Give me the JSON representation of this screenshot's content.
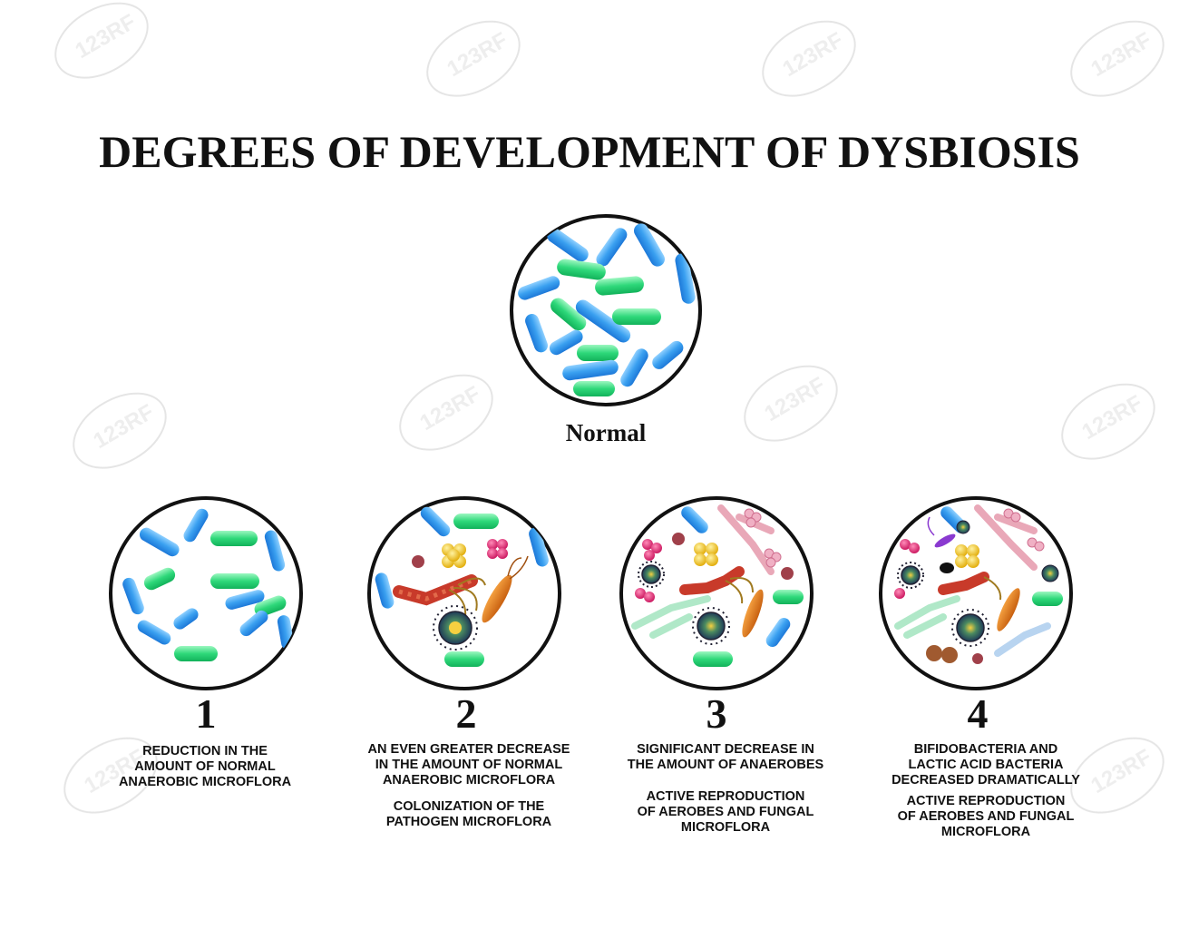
{
  "title": "DEGREES OF DEVELOPMENT OF DYSBIOSIS",
  "normal_label": "Normal",
  "stages": [
    {
      "number": "1",
      "lines_a": [
        "REDUCTION IN THE",
        "AMOUNT OF NORMAL",
        "ANAEROBIC MICROFLORA"
      ],
      "lines_b": []
    },
    {
      "number": "2",
      "lines_a": [
        "AN EVEN GREATER DECREASE",
        "IN THE AMOUNT OF NORMAL",
        "ANAEROBIC MICROFLORA"
      ],
      "lines_b": [
        "COLONIZATION OF THE",
        "PATHOGEN MICROFLORA"
      ]
    },
    {
      "number": "3",
      "lines_a": [
        "SIGNIFICANT DECREASE IN",
        "THE AMOUNT OF ANAEROBES"
      ],
      "lines_b": [
        "ACTIVE REPRODUCTION",
        "OF AEROBES AND FUNGAL",
        "MICROFLORA"
      ]
    },
    {
      "number": "4",
      "lines_a": [
        "BIFIDOBACTERIA AND",
        "LACTIC ACID BACTERIA",
        "DECREASED DRAMATICALLY"
      ],
      "lines_b": [
        "ACTIVE REPRODUCTION",
        "OF AEROBES AND FUNGAL",
        "MICROFLORA"
      ]
    }
  ],
  "colors": {
    "blue_bacteria": "#3aa0f0",
    "green_bacteria": "#2ed87a",
    "outline": "#111111",
    "pathogen_red": "#c83a2a",
    "pink_cocci": "#e0307a",
    "yellow_cocci": "#f0c020",
    "orange_rod": "#e08020"
  },
  "watermark_text": "123RF"
}
